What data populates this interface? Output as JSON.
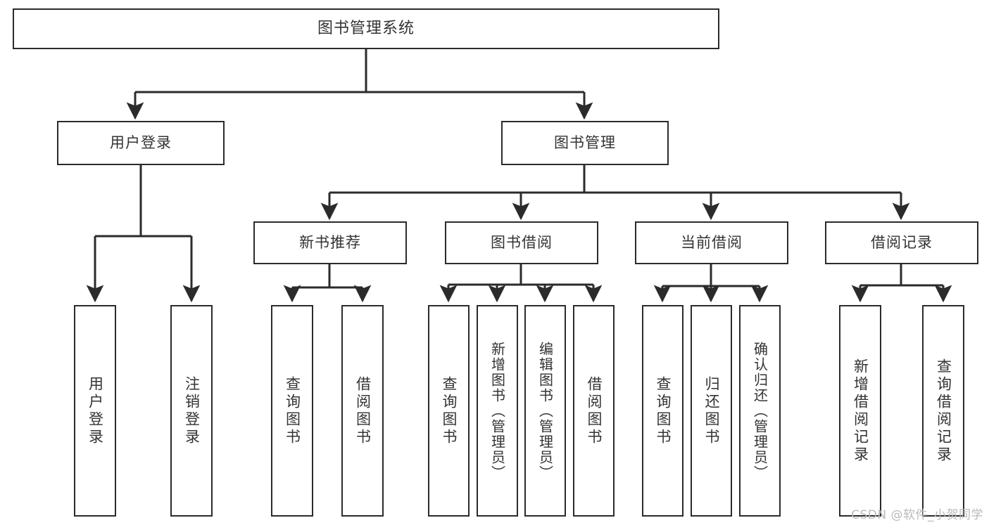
{
  "diagram": {
    "type": "tree-hierarchy",
    "title": "图书管理系统",
    "watermark": "CSDN @软件_小贺同学",
    "colors": {
      "background": "#ffffff",
      "node_border": "#2b2b2b",
      "node_fill": "#ffffff",
      "text": "#333333",
      "connector": "#2b2b2b",
      "watermark": "#b9b9b9"
    },
    "nodes": {
      "root": {
        "label": "图书管理系统"
      },
      "level1": [
        {
          "id": "user-login",
          "label": "用户登录"
        },
        {
          "id": "book-management",
          "label": "图书管理"
        }
      ],
      "level2": [
        {
          "id": "new-book-recommend",
          "label": "新书推荐"
        },
        {
          "id": "book-borrow",
          "label": "图书借阅"
        },
        {
          "id": "current-borrow",
          "label": "当前借阅"
        },
        {
          "id": "borrow-record",
          "label": "借阅记录"
        }
      ],
      "leaves": {
        "user_login": [
          {
            "id": "leaf-user-login",
            "label": "用户登录"
          },
          {
            "id": "leaf-logout",
            "label": "注销登录"
          }
        ],
        "new_book_recommend": [
          {
            "id": "leaf-query-book-1",
            "label": "查询图书"
          },
          {
            "id": "leaf-borrow-book-1",
            "label": "借阅图书"
          }
        ],
        "book_borrow": [
          {
            "id": "leaf-query-book-2",
            "label": "查询图书"
          },
          {
            "id": "leaf-add-book",
            "label": "新增图书（管理员）"
          },
          {
            "id": "leaf-edit-book",
            "label": "编辑图书（管理员）"
          },
          {
            "id": "leaf-borrow-book-2",
            "label": "借阅图书"
          }
        ],
        "current_borrow": [
          {
            "id": "leaf-query-book-3",
            "label": "查询图书"
          },
          {
            "id": "leaf-return-book",
            "label": "归还图书"
          },
          {
            "id": "leaf-confirm-return",
            "label": "确认归还（管理员）"
          }
        ],
        "borrow_record": [
          {
            "id": "leaf-add-record",
            "label": "新增借阅记录"
          },
          {
            "id": "leaf-query-record",
            "label": "查询借阅记录"
          }
        ]
      }
    }
  }
}
